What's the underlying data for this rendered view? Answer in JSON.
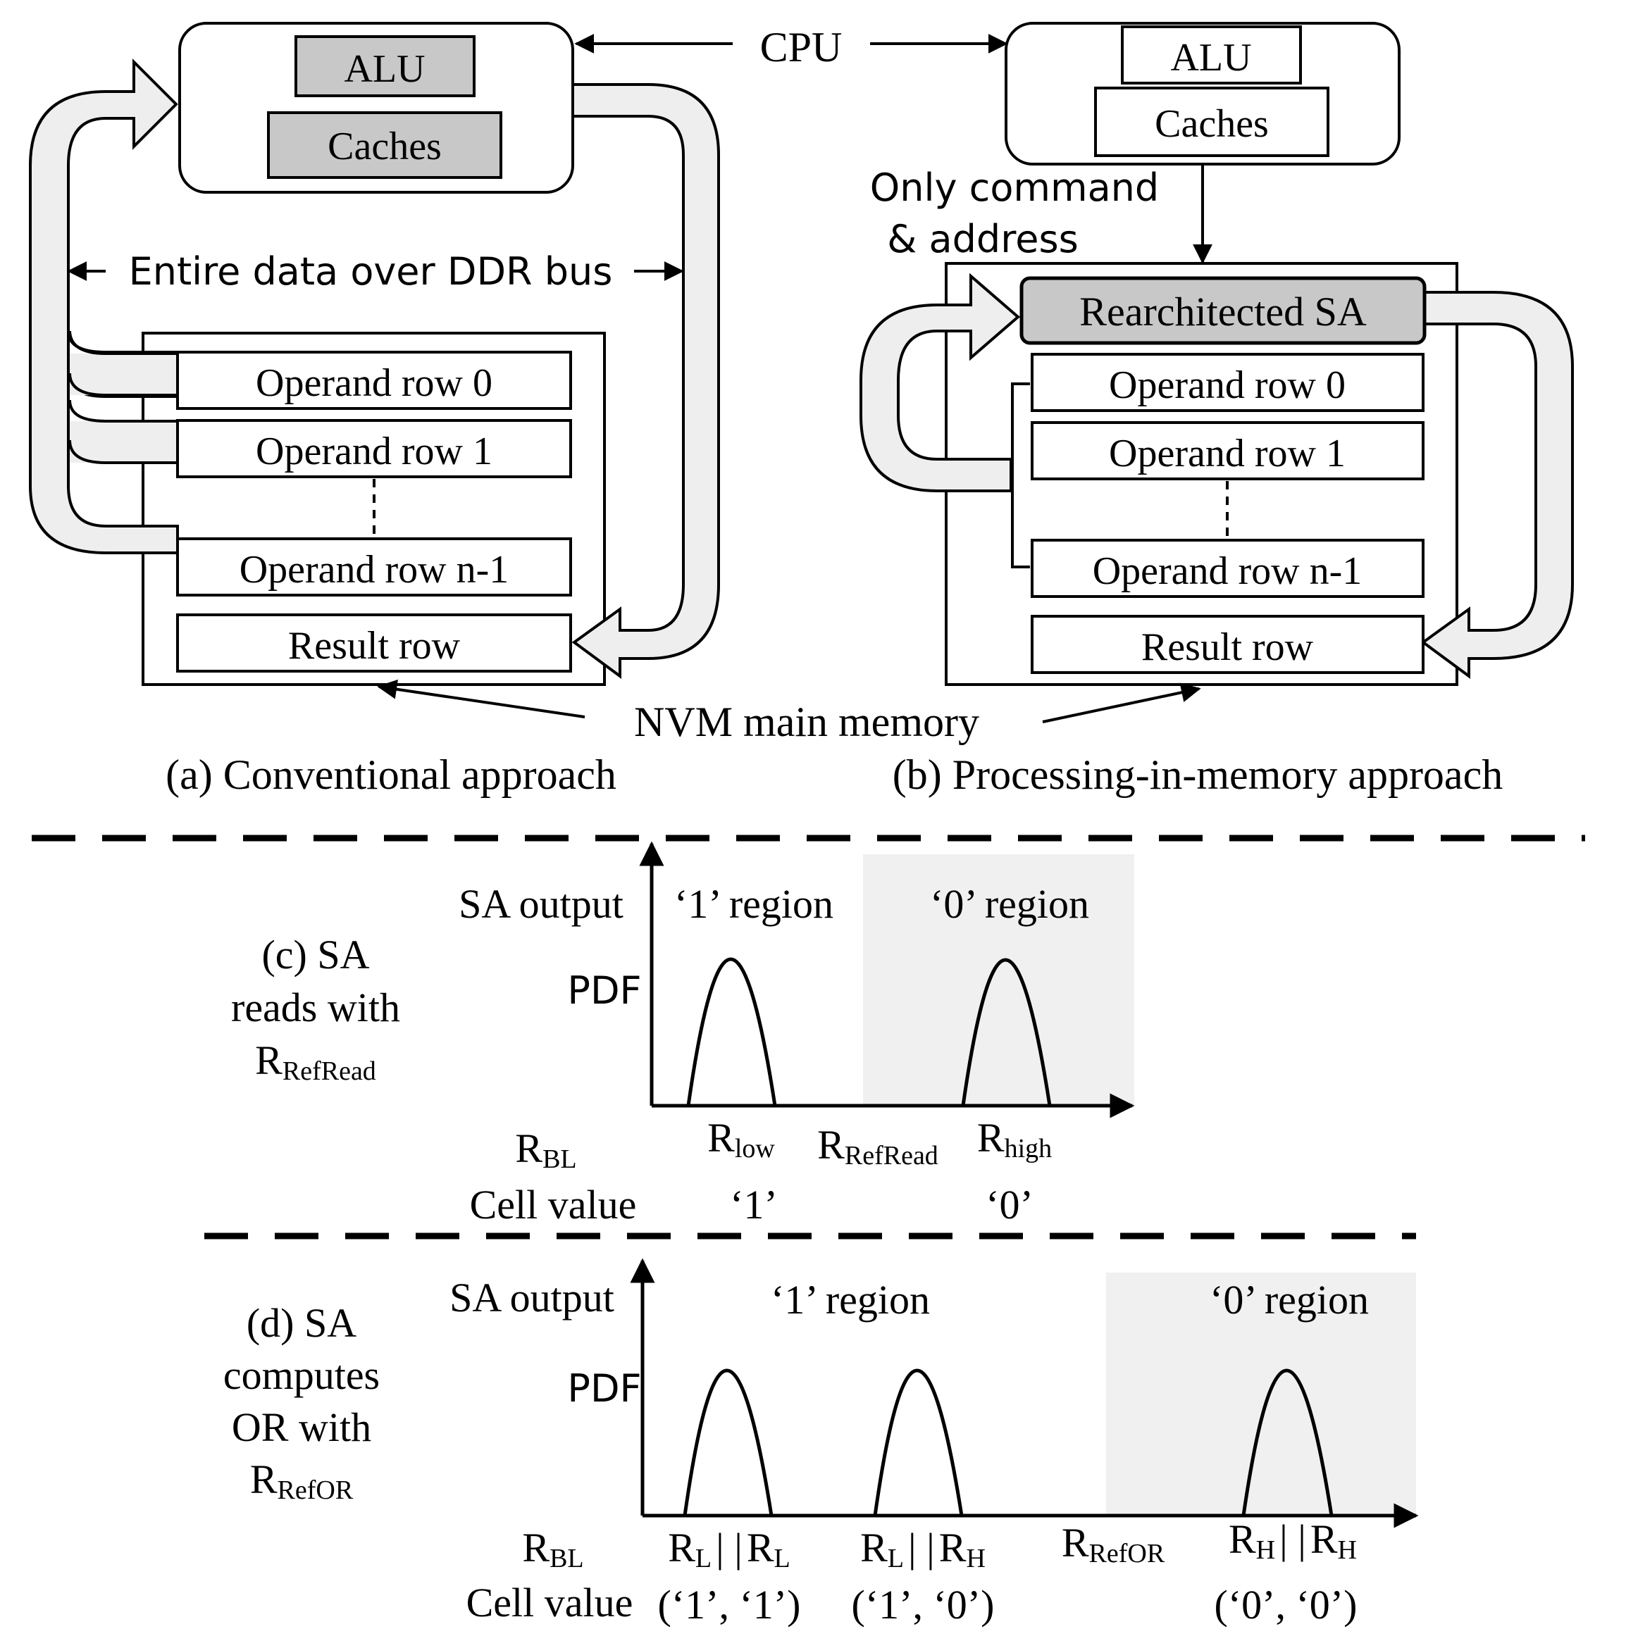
{
  "panel_a": {
    "cpu": "CPU",
    "alu": "ALU",
    "caches": "Caches",
    "bus_label": "Entire data over DDR bus",
    "rows": [
      "Operand row 0",
      "Operand row 1",
      "Operand row n-1"
    ],
    "result": "Result row",
    "caption": "(a) Conventional approach"
  },
  "panel_b": {
    "alu": "ALU",
    "caches": "Caches",
    "command_line1": "Only command",
    "command_line2": "& address",
    "sa": "Rearchitected SA",
    "rows": [
      "Operand row 0",
      "Operand row 1",
      "Operand row n-1"
    ],
    "result": "Result row",
    "caption": "(b) Processing-in-memory approach"
  },
  "memory_label": "NVM main memory",
  "panel_c": {
    "caption_line1": "(c) SA",
    "caption_line2": "reads with",
    "caption_r": "R",
    "caption_sub": "RefRead",
    "sa_output": "SA output",
    "region1": "‘1’ region",
    "region0": "‘0’ region",
    "pdf": "PDF",
    "rbl": "R",
    "rbl_sub": "BL",
    "ticks": [
      {
        "r": "R",
        "sub": "low"
      },
      {
        "r": "R",
        "sub": "RefRead"
      },
      {
        "r": "R",
        "sub": "high"
      }
    ],
    "cell_value": "Cell value",
    "values": [
      "‘1’",
      "‘0’"
    ]
  },
  "panel_d": {
    "caption_line1": "(d) SA",
    "caption_line2": "computes",
    "caption_line3": "OR with",
    "caption_r": "R",
    "caption_sub": "RefOR",
    "sa_output": "SA output",
    "region1": "‘1’ region",
    "region0": "‘0’ region",
    "pdf": "PDF",
    "rbl": "R",
    "rbl_sub": "BL",
    "ticks": [
      {
        "a": "R",
        "asub": "L",
        "op": "| |",
        "b": "R",
        "bsub": "L"
      },
      {
        "a": "R",
        "asub": "L",
        "op": "| |",
        "b": "R",
        "bsub": "H"
      },
      {
        "a": "R",
        "asub": "RefOR"
      },
      {
        "a": "R",
        "asub": "H",
        "op": "| |",
        "b": "R",
        "bsub": "H"
      }
    ],
    "cell_value": "Cell value",
    "values": [
      "(‘1’, ‘1’)",
      "(‘1’, ‘0’)",
      "(‘0’, ‘0’)"
    ]
  }
}
